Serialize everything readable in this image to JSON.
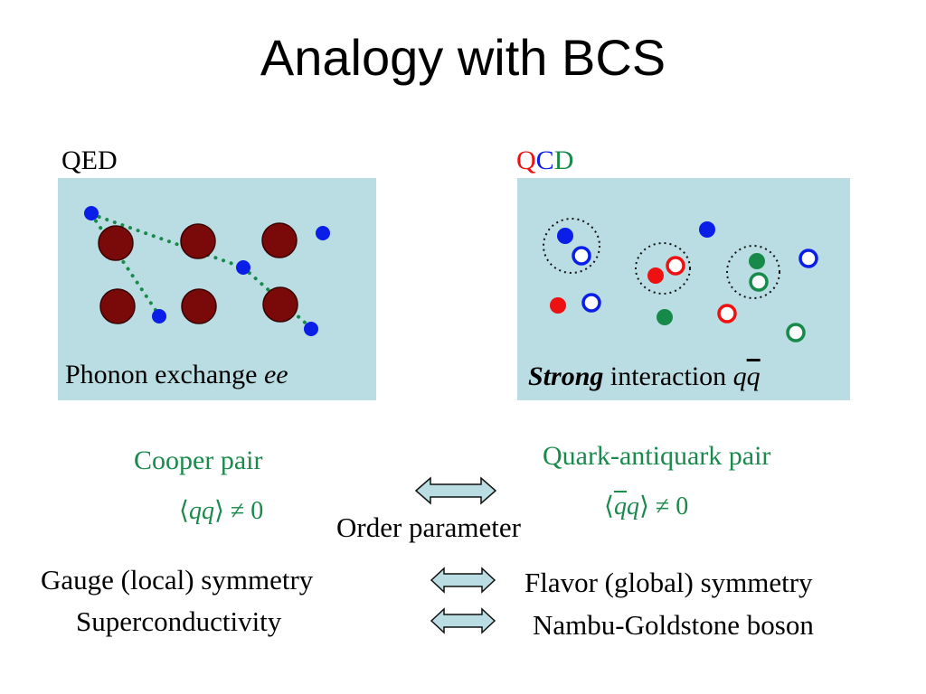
{
  "title": "Analogy with BCS",
  "qed": {
    "label": "QED",
    "caption_main": "Phonon exchange ",
    "caption_italic": "ee"
  },
  "qcd": {
    "label_q": "Q",
    "label_c": "C",
    "label_d": "D",
    "caption_strong": "Strong",
    "caption_main": " interaction ",
    "caption_q": "q",
    "caption_qbar": "q"
  },
  "cooper_pair": {
    "label": "Cooper pair",
    "math_open": "⟨",
    "math_q1": "qq",
    "math_close": "⟩ ≠ 0"
  },
  "quark_pair": {
    "label": "Quark-antiquark pair",
    "math_open": "⟨",
    "math_qbar": "q",
    "math_q": "q",
    "math_close": "⟩ ≠ 0"
  },
  "order_parameter": "Order parameter",
  "left_row1": "Gauge (local) symmetry",
  "left_row2": "Superconductivity",
  "right_row1": "Flavor (global) symmetry",
  "right_row2": "Nambu-Goldstone boson",
  "colors": {
    "panel_bg": "#b9dde2",
    "ion": "#7a0a0a",
    "electron": "#0a1ee8",
    "red_quark": "#ee1111",
    "green_quark": "#178a4a",
    "blue_quark": "#0a1ee8",
    "arrow_fill": "#b9dde2"
  }
}
